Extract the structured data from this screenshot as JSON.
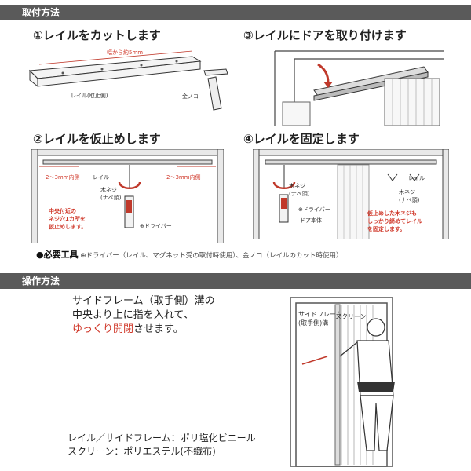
{
  "sections": {
    "install": "取付方法",
    "operation": "操作方法"
  },
  "steps": [
    {
      "title": "①レイルをカットします"
    },
    {
      "title": "③レイルにドアを取り付けます"
    },
    {
      "title": "②レイルを仮止めします"
    },
    {
      "title": "④レイルを固定します"
    }
  ],
  "step1": {
    "width_label": "幅から約5mm",
    "rail_label": "レイル(取止側)",
    "saw_label": "金ノコ"
  },
  "step2": {
    "left_gap": "2～3mm内側",
    "rail_label": "レイル",
    "right_gap": "2～3mm内側",
    "screw_label": "木ネジ\n(ナベ頭)",
    "center_note": "中央付近の\nネジ穴1カ所を\n仮止めします。",
    "driver_label": "⊕ドライバー"
  },
  "step4": {
    "screw_label": "木ネジ\n(ナベ頭)",
    "driver_label": "⊕ドライバー",
    "frame_label": "ドア本体",
    "rail_label": "レイル",
    "screw_label_right": "木ネジ\n(ナベ頭)",
    "note": "仮止めした木ネジも\nしっかり締めてレイル\nを固定します。"
  },
  "tools": {
    "heading": "●必要工具",
    "text": "⊕ドライバー（レイル、マグネット受の取付時使用）、金ノコ（レイルのカット時使用）"
  },
  "operation": {
    "line1": "サイドフレーム（取手側）溝の",
    "line2": "中央より上に指を入れて、",
    "line3_red": "ゆっくり開閉",
    "line3_rest": "させます。",
    "side_frame_label": "サイドフレーム\n(取手側)溝",
    "screen_label": "スクリーン"
  },
  "materials": {
    "line1": "レイル／サイドフレーム：ポリ塩化ビニール",
    "line2": "スクリーン：ポリエステル(不織布)"
  }
}
